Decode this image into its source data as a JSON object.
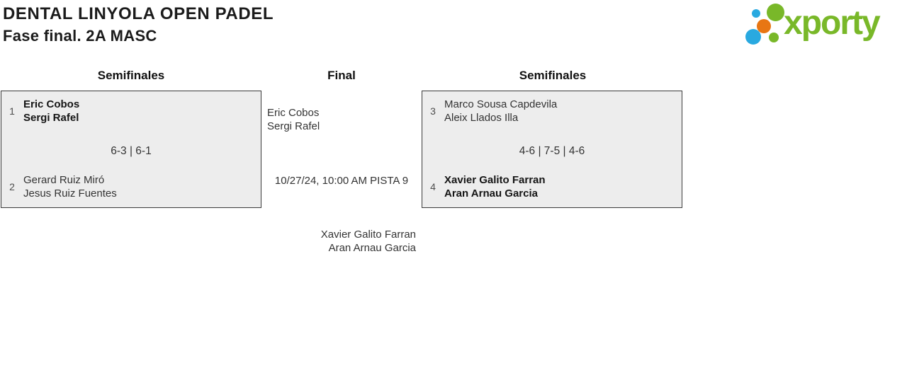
{
  "header": {
    "title": "DENTAL LINYOLA OPEN PADEL",
    "subtitle": "Fase final. 2A MASC"
  },
  "logo": {
    "wordmark": "xporty",
    "colors": {
      "green": "#79b829",
      "blue": "#29a9e0",
      "orange": "#e87613"
    }
  },
  "theme": {
    "box_background": "#ededed",
    "box_border": "#3a3a3a",
    "text_primary": "#333333",
    "text_winner": "#151515"
  },
  "bracket": {
    "rounds": [
      {
        "label": "Semifinales"
      },
      {
        "label": "Final"
      },
      {
        "label": "Semifinales"
      }
    ],
    "semifinal_left": {
      "team1": {
        "seed": "1",
        "players": [
          "Eric Cobos",
          "Sergi Rafel"
        ],
        "winner": true
      },
      "score": "6-3 | 6-1",
      "team2": {
        "seed": "2",
        "players": [
          "Gerard Ruiz Miró",
          "Jesus Ruiz Fuentes"
        ],
        "winner": false
      }
    },
    "semifinal_right": {
      "team1": {
        "seed": "3",
        "players": [
          "Marco Sousa Capdevila",
          "Aleix Llados Illa"
        ],
        "winner": false
      },
      "score": "4-6 | 7-5 | 4-6",
      "team2": {
        "seed": "4",
        "players": [
          "Xavier Galito Farran",
          "Aran Arnau Garcia"
        ],
        "winner": true
      }
    },
    "final": {
      "team1": {
        "players": [
          "Eric Cobos",
          "Sergi Rafel"
        ]
      },
      "schedule": "10/27/24, 10:00 AM PISTA 9",
      "team2": {
        "players": [
          "Xavier Galito Farran",
          "Aran Arnau Garcia"
        ]
      }
    }
  }
}
